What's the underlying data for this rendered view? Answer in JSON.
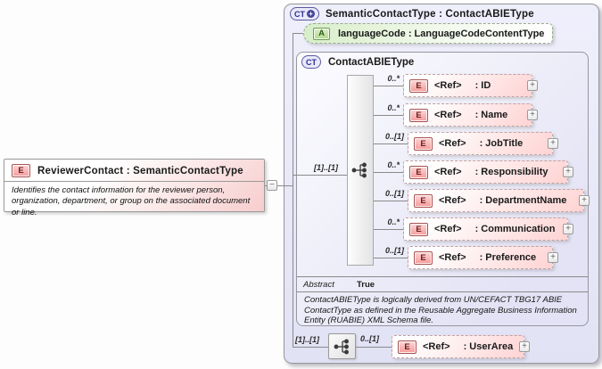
{
  "root_box": {
    "icon": "E",
    "title": "ReviewerContact : SemanticContactType",
    "description": "Identifies the contact information for the reviewer person, organization, department, or group on the associated document or line.",
    "collapse_glyph": "−"
  },
  "panel": {
    "icon": "CT",
    "icon_plus": "+",
    "title": "SemanticContactType : ContactABIEType",
    "attribute": {
      "icon": "A",
      "label": "languageCode : LanguageCodeContentType"
    },
    "base": {
      "icon": "CT",
      "title": "ContactABIEType",
      "sequence_label": "[1]..[1]",
      "elements": [
        {
          "cardinality": "0..*",
          "icon": "E",
          "ref": "<Ref>",
          "name": ": ID",
          "expand_glyph": "+"
        },
        {
          "cardinality": "0..*",
          "icon": "E",
          "ref": "<Ref>",
          "name": ": Name",
          "expand_glyph": "+"
        },
        {
          "cardinality": "0..[1]",
          "icon": "E",
          "ref": "<Ref>",
          "name": ": JobTitle",
          "expand_glyph": "+"
        },
        {
          "cardinality": "0..*",
          "icon": "E",
          "ref": "<Ref>",
          "name": ": Responsibility",
          "expand_glyph": "+"
        },
        {
          "cardinality": "0..[1]",
          "icon": "E",
          "ref": "<Ref>",
          "name": ": DepartmentName",
          "expand_glyph": "+"
        },
        {
          "cardinality": "0..*",
          "icon": "E",
          "ref": "<Ref>",
          "name": ": Communication",
          "expand_glyph": "+"
        },
        {
          "cardinality": "0..[1]",
          "icon": "E",
          "ref": "<Ref>",
          "name": ": Preference",
          "expand_glyph": "+"
        }
      ],
      "abstract_label": "Abstract",
      "abstract_value": "True",
      "note": "ContactABIEType is logically derived from UN/CEFACT TBG17 ABIE ContactType as defined in the Reusable Aggregate Business Information Entity (RUABIE) XML Schema file."
    },
    "user_area_row": {
      "sequence_label": "[1]..[1]",
      "cardinality": "0..[1]",
      "icon": "E",
      "ref": "<Ref>",
      "name": ": UserArea",
      "expand_glyph": "+"
    }
  },
  "colors": {
    "panel_fill": "#e9e9f9",
    "element_fill": "#ffd3d3",
    "element_icon_border": "#a85252",
    "attribute_fill": "#d8eec9",
    "type_accent": "#4646a0"
  }
}
